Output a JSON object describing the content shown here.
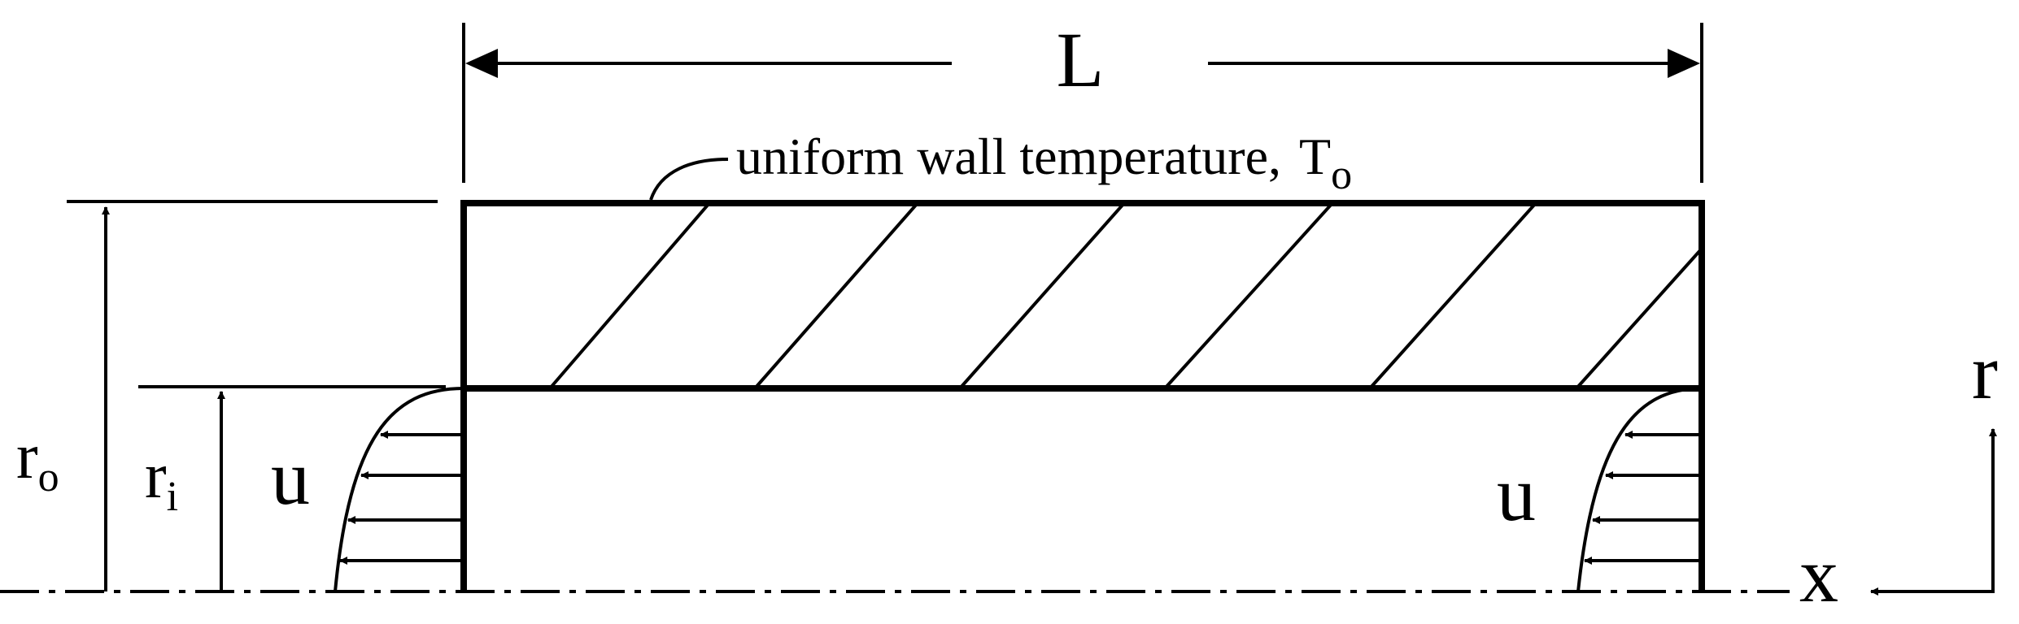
{
  "dimension": {
    "length_label": "L"
  },
  "wall": {
    "label": "uniform wall temperature,",
    "temp_symbol": "T",
    "temp_subscript": "o"
  },
  "radii": {
    "outer": {
      "symbol": "r",
      "subscript": "o"
    },
    "inner": {
      "symbol": "r",
      "subscript": "i"
    }
  },
  "velocity": {
    "inlet_label": "u",
    "outlet_label": "u"
  },
  "axes": {
    "radial": "r",
    "axial": "x"
  },
  "colors": {
    "stroke": "#000000",
    "background": "#ffffff"
  }
}
